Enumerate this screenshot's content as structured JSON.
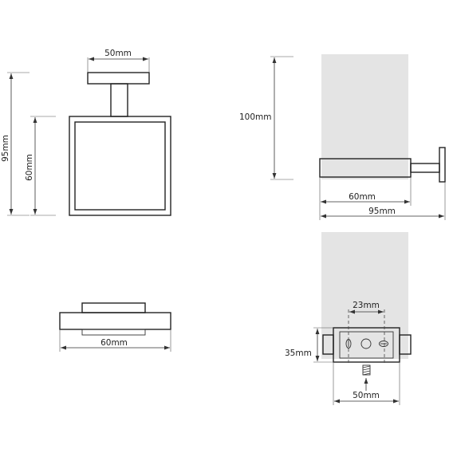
{
  "dimensions": {
    "front_top_width": "50mm",
    "front_total_height": "95mm",
    "front_frame_height": "60mm",
    "side_wall_height": "100mm",
    "side_frame_depth": "60mm",
    "side_total_depth": "95mm",
    "bottom_frame_width": "60mm",
    "mount_hole_spacing": "23mm",
    "mount_height": "35mm",
    "mount_width": "50mm"
  }
}
